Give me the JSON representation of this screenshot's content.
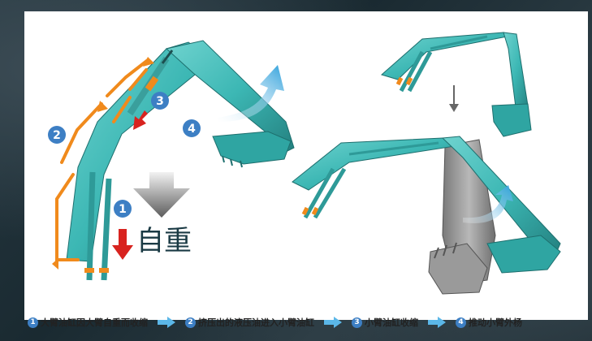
{
  "markers": {
    "m1": "1",
    "m2": "2",
    "m3": "3",
    "m4": "4"
  },
  "caption": "自重",
  "legend": {
    "step1": {
      "num": "1",
      "text": "大臂油缸因大臂自重而收缩"
    },
    "step2": {
      "num": "2",
      "text": "挤压出的液压油进入小臂油缸"
    },
    "step3": {
      "num": "3",
      "text": "小臂油缸收缩"
    },
    "step4": {
      "num": "4",
      "text": "推动小臂外杨"
    }
  },
  "colors": {
    "teal": "#3cb7b4",
    "orange": "#f08a1c",
    "marker": "#3d7fc4",
    "red": "#d8231f",
    "blue_arrow": "#2ea0db"
  }
}
